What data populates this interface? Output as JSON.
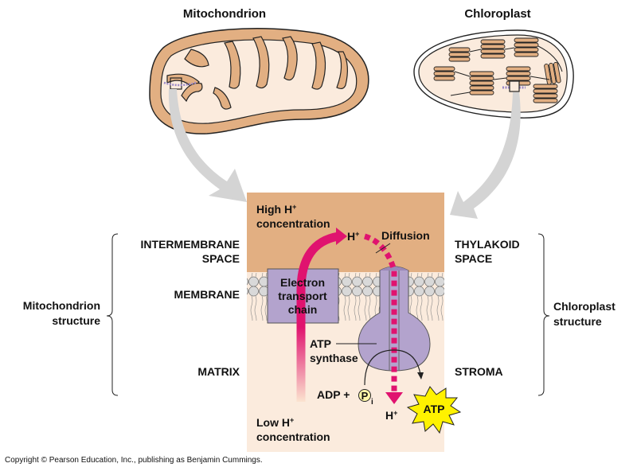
{
  "titles": {
    "mitochondrion": "Mitochondrion",
    "chloroplast": "Chloroplast"
  },
  "left_labels": {
    "group": [
      "Mitochondrion",
      "structure"
    ],
    "intermembrane": [
      "INTERMEMBRANE",
      "SPACE"
    ],
    "membrane": "MEMBRANE",
    "matrix": "MATRIX"
  },
  "right_labels": {
    "group": [
      "Chloroplast",
      "structure"
    ],
    "thylakoid": [
      "THYLAKOID",
      "SPACE"
    ],
    "stroma": "STROMA"
  },
  "panel": {
    "high_conc": [
      "High H",
      "concentration"
    ],
    "low_conc": [
      "Low H",
      "concentration"
    ],
    "superscript_plus": "+",
    "h_plus_top": "H",
    "h_plus_bottom": "H",
    "diffusion": "Diffusion",
    "etc": [
      "Electron",
      "transport",
      "chain"
    ],
    "atp_synthase": [
      "ATP",
      "synthase"
    ],
    "adp": "ADP +",
    "pi_letter": "P",
    "pi_sub": "i",
    "atp": "ATP"
  },
  "colors": {
    "outer_tan": "#E2AF82",
    "inner_cream": "#FBEBDD",
    "protein_purple": "#B3A3CD",
    "proton_pink": "#E0136F",
    "arrow_gray": "#D4D4D4",
    "atp_yellow": "#FFF200"
  },
  "copyright": "Copyright © Pearson Education, Inc., publishing as Benjamin Cummings."
}
